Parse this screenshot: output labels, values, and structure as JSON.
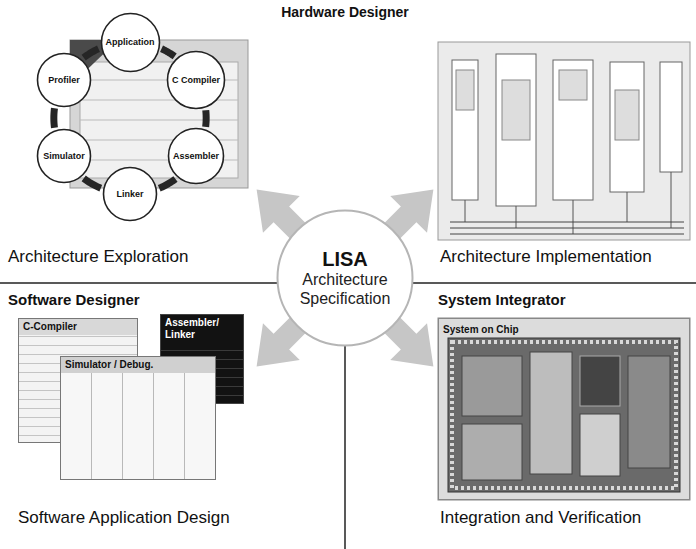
{
  "diagram": {
    "nodes": [
      {
        "text": [
          "Application"
        ]
      },
      {
        "text": [
          "C Compiler"
        ]
      },
      {
        "text": [
          "Assembler"
        ]
      },
      {
        "text": [
          "Linker"
        ]
      },
      {
        "text": [
          "Simulator"
        ]
      },
      {
        "text": [
          "Profiler"
        ]
      },
      {
        "text": [
          "LISA",
          "Architecture Specification"
        ]
      },
      {
        "text": [
          "C-Compiler"
        ]
      },
      {
        "text": [
          "Assembler/ Linker"
        ]
      },
      {
        "text": [
          "Simulator / Debug."
        ]
      },
      {
        "text": [
          "System on Chip"
        ]
      }
    ],
    "edges": [
      {
        "from": 0,
        "to": 1,
        "arrow": "none"
      },
      {
        "from": 1,
        "to": 2,
        "arrow": "none"
      },
      {
        "from": 2,
        "to": 3,
        "arrow": "none"
      },
      {
        "from": 3,
        "to": 4,
        "arrow": "none"
      },
      {
        "from": 4,
        "to": 5,
        "arrow": "none"
      },
      {
        "from": 5,
        "to": 0,
        "arrow": "none"
      }
    ],
    "labels": [
      "Hardware Designer",
      "Architecture Exploration",
      "Architecture Implementation",
      "Software Designer",
      "System Integrator",
      "Software Application Design",
      "Integration and Verification"
    ]
  }
}
